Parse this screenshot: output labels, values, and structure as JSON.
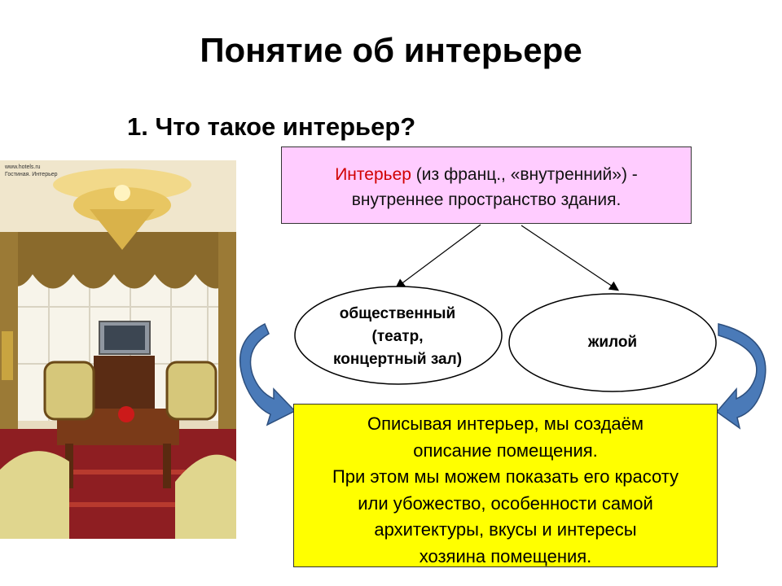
{
  "title": "Понятие об интерьере",
  "subtitle": "1. Что такое интерьер?",
  "photo": {
    "watermark_line1": "www.hotels.ru",
    "watermark_line2": "Гостиная. Интерьер"
  },
  "definition": {
    "term": "Интерьер",
    "rest": " (из франц., «внутренний») -",
    "line2": "внутреннее пространство здания."
  },
  "types": {
    "public_line1": "общественный",
    "public_line2": "(театр,",
    "public_line3": "концертный зал)",
    "living": "жилой"
  },
  "description": {
    "line1": "Описывая интерьер, мы создаём",
    "line2": "описание помещения.",
    "line3": "При этом мы можем показать его красоту",
    "line4": "или убожество, особенности самой",
    "line5": "архитектуры, вкусы и интересы",
    "line6": "хозяина помещения."
  },
  "colors": {
    "definition_bg": "#ffccff",
    "term_color": "#d10000",
    "description_bg": "#ffff00",
    "arrow_fill": "#4a7ab8"
  }
}
